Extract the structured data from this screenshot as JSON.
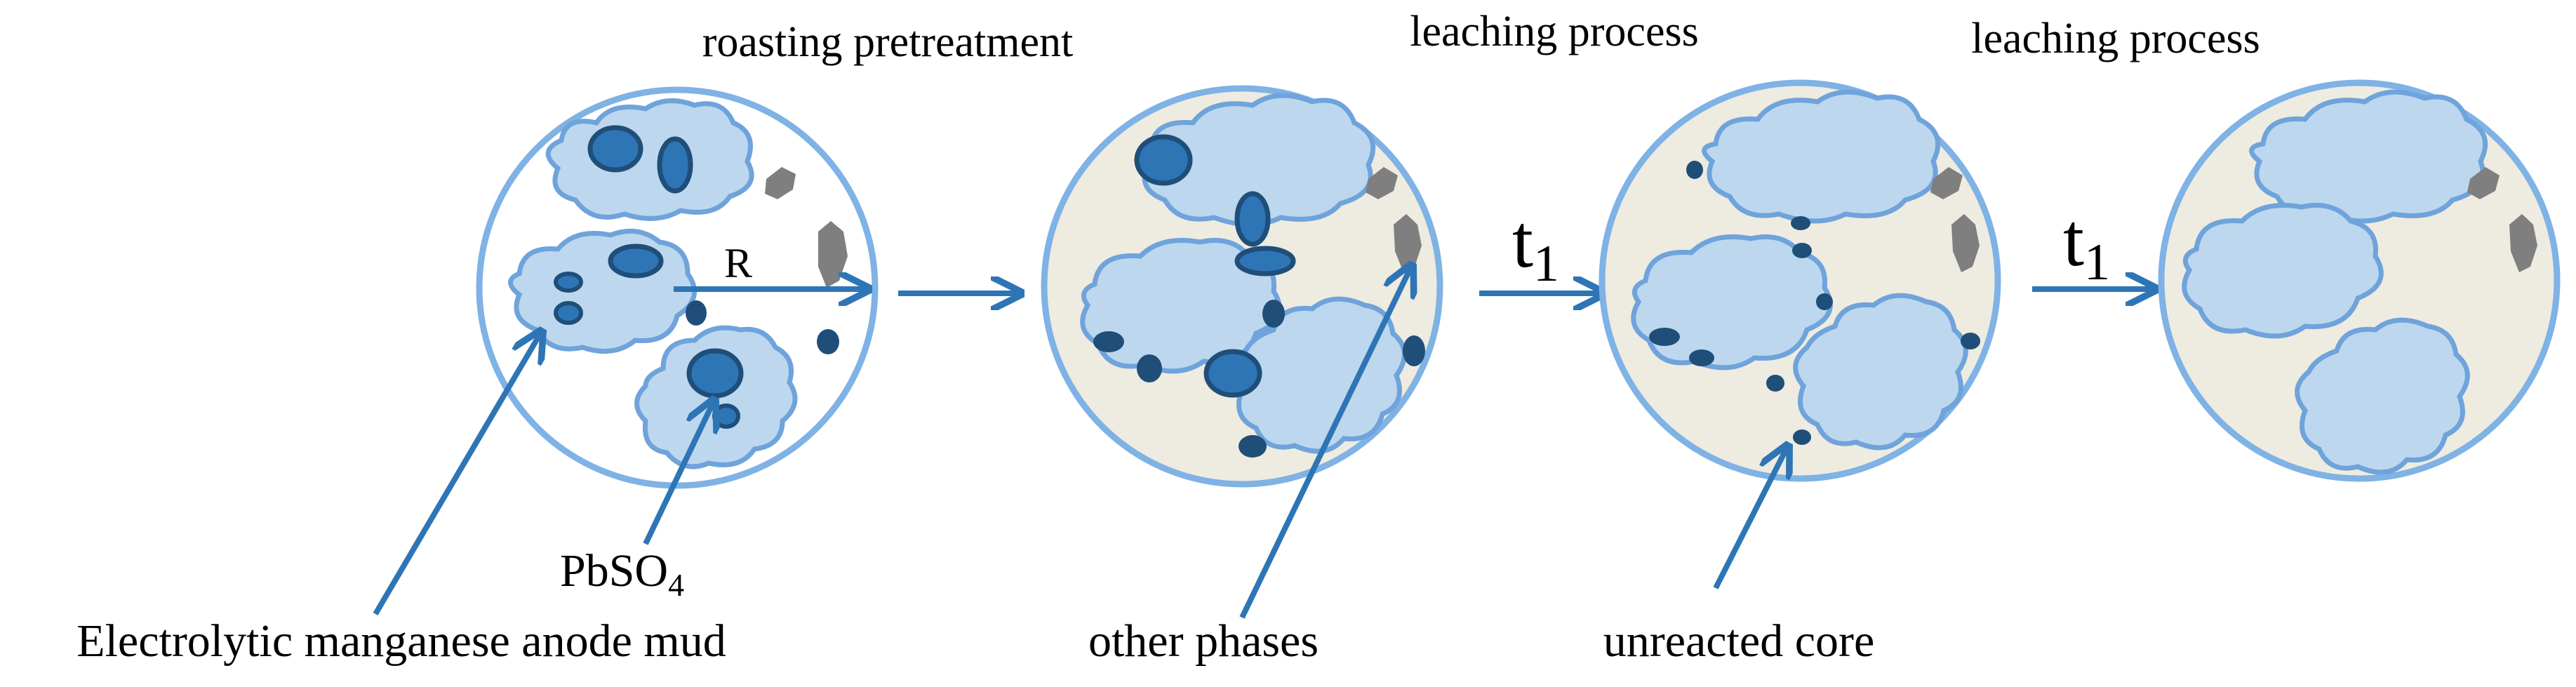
{
  "steps": {
    "roasting": "roasting pretreatment",
    "leaching_1": "leaching process",
    "leaching_2": "leaching process"
  },
  "labels": {
    "radius": "R",
    "time_main": "t",
    "time_sub": "1",
    "pbso4_main": "PbSO",
    "pbso4_sub": "4",
    "anode_mud": "Electrolytic manganese anode mud",
    "other_phases": "other phases",
    "unreacted_core": "unreacted core"
  },
  "colors": {
    "circle_stroke": "#7FB2E5",
    "particle_fill_raw": "#FFFFFF",
    "particle_fill_processed": "#EEEBE0",
    "cloud_fill": "#BDD7EE",
    "cloud_stroke": "#6FA3DB",
    "core_fill": "#2E75B6",
    "core_stroke": "#1F4E79",
    "dark_dot": "#1F4E79",
    "other_phase": "#7F7F7F",
    "arrow": "#2E75B6"
  }
}
